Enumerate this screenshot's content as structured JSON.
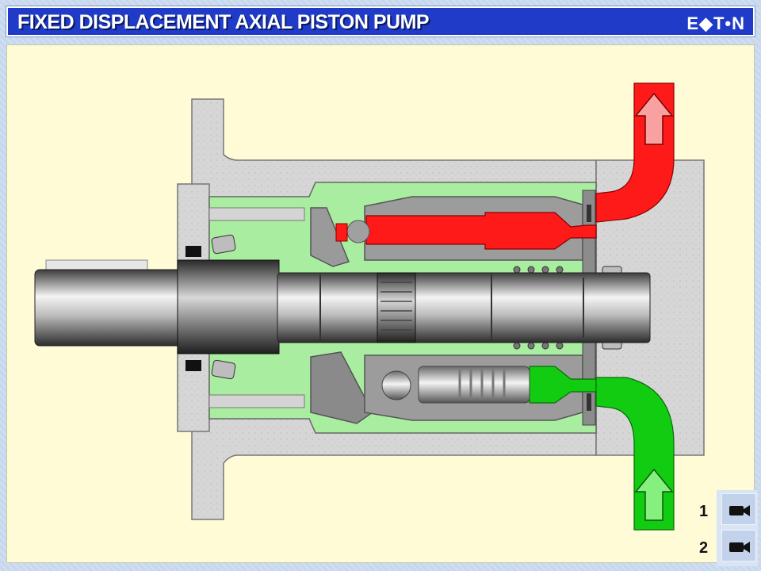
{
  "header": {
    "title": "FIXED DISPLACEMENT AXIAL PISTON PUMP",
    "logo_text": "E◆T•N"
  },
  "navigation": {
    "items": [
      {
        "number": "1",
        "icon": "camera-icon"
      },
      {
        "number": "2",
        "icon": "camera-icon"
      }
    ]
  },
  "colors": {
    "title_bar": "#1f3bc8",
    "panel": "#fffbd6",
    "housing": "#d4d4d4",
    "case": "#a9eea0",
    "pressure_oil": "#ff1a1a",
    "suction_oil": "#11cc11",
    "pressure_arrow": "#f9a0a0",
    "suction_arrow": "#86f07f"
  }
}
